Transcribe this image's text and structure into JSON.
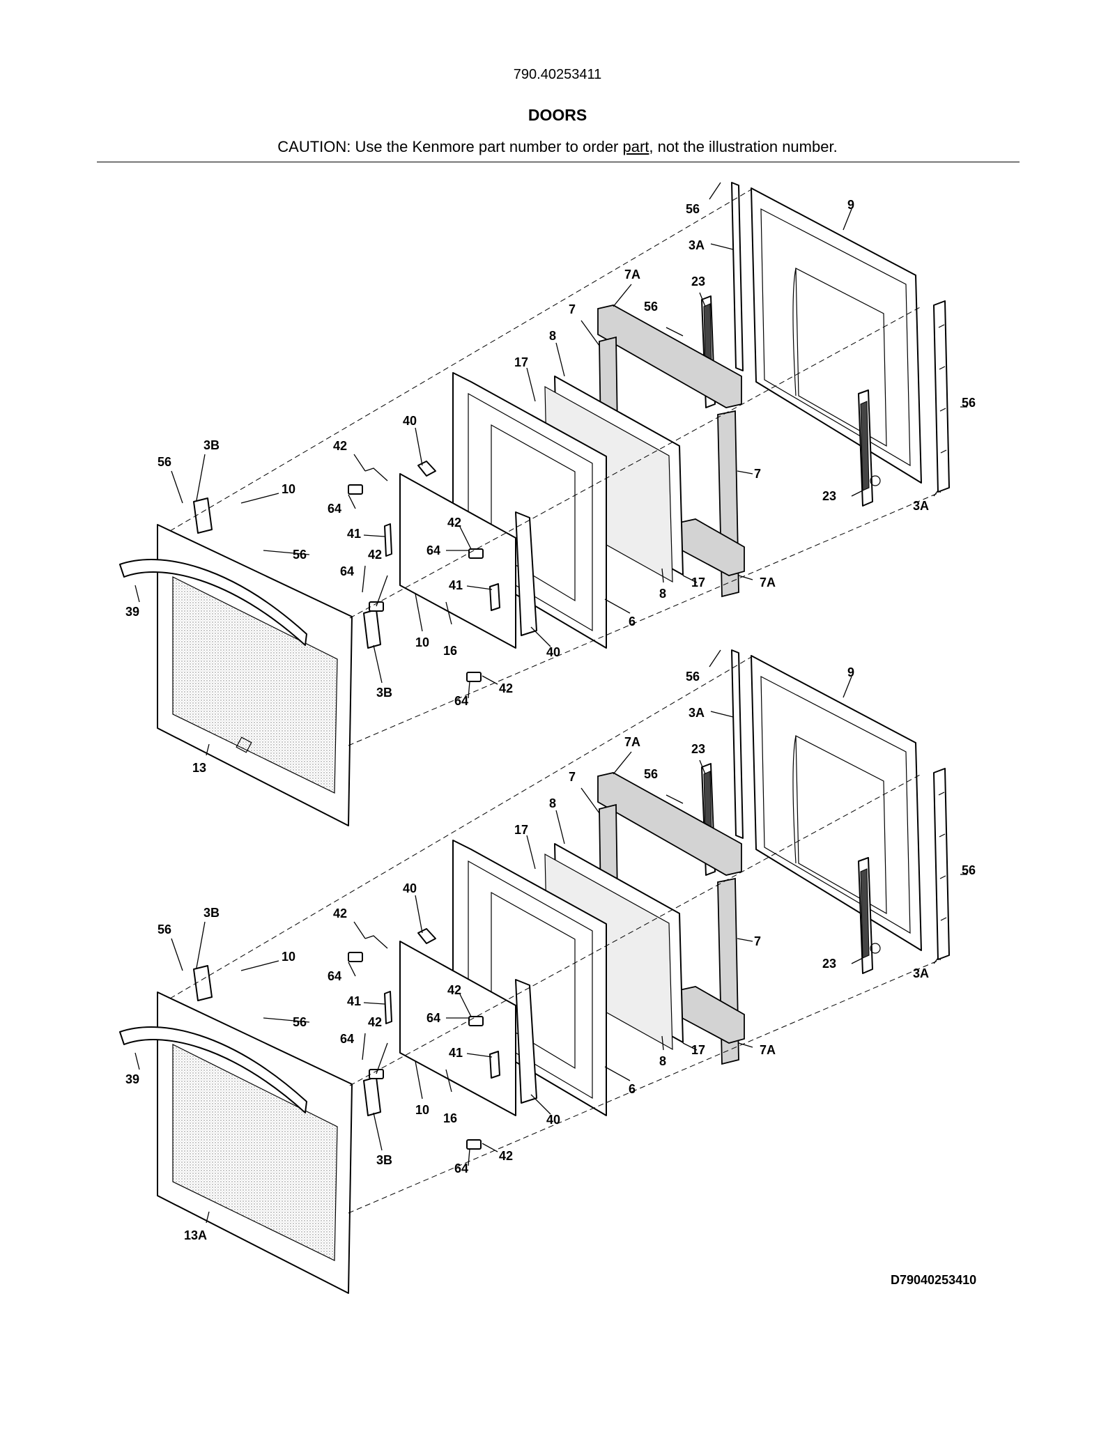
{
  "header": {
    "model_number": "790.40253411",
    "section_title": "DOORS",
    "caution_before": "CAUTION: Use the Kenmore part number to order ",
    "caution_link": "part",
    "caution_after": ", not the illustration number."
  },
  "diagram_id": "D79040253410",
  "upper_door": {
    "labels": [
      "56",
      "9",
      "3A",
      "7A",
      "23",
      "56",
      "7",
      "8",
      "17",
      "56",
      "40",
      "42",
      "3B",
      "56",
      "10",
      "64",
      "41",
      "42",
      "64",
      "42",
      "56",
      "39",
      "64",
      "41",
      "7",
      "23",
      "3A",
      "7A",
      "17",
      "8",
      "6",
      "10",
      "16",
      "40",
      "3B",
      "64",
      "42",
      "13"
    ]
  },
  "lower_door": {
    "labels": [
      "56",
      "9",
      "3A",
      "7A",
      "23",
      "56",
      "7",
      "8",
      "17",
      "56",
      "40",
      "42",
      "3B",
      "56",
      "10",
      "64",
      "41",
      "42",
      "64",
      "42",
      "56",
      "39",
      "64",
      "41",
      "7",
      "23",
      "3A",
      "7A",
      "17",
      "8",
      "6",
      "10",
      "16",
      "40",
      "3B",
      "64",
      "42",
      "13A"
    ]
  }
}
